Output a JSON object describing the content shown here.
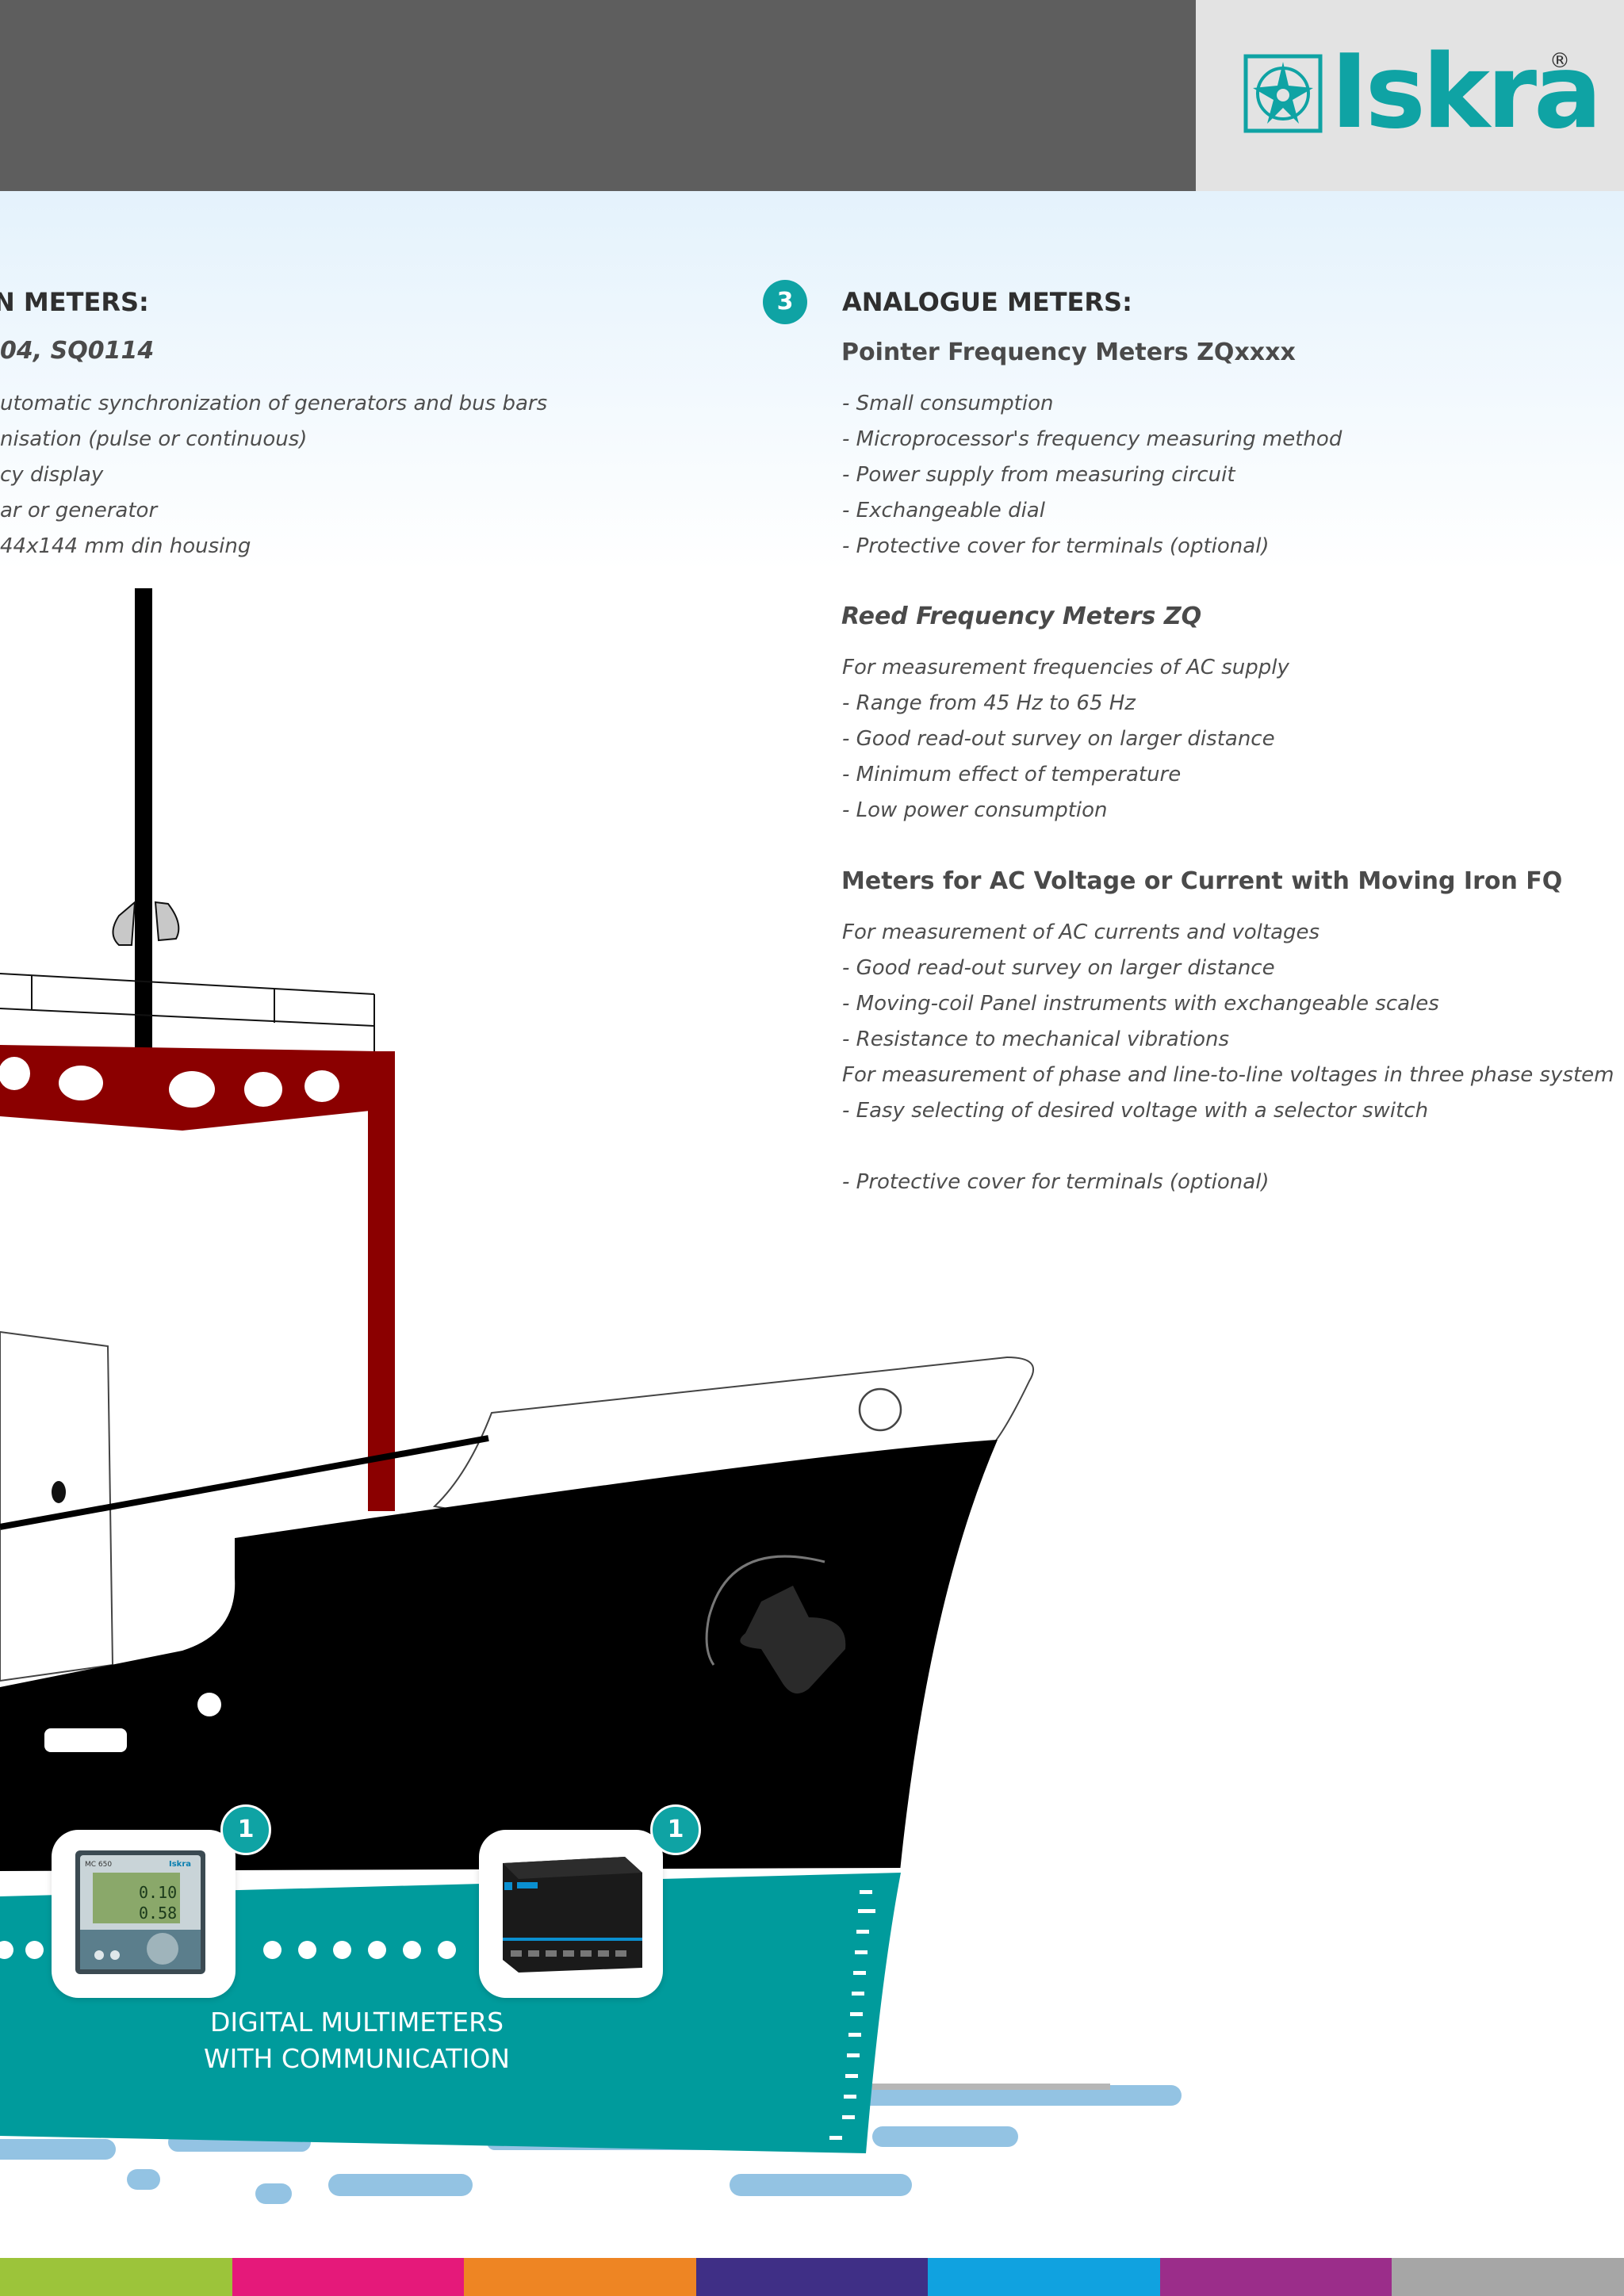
{
  "brand": {
    "name": "Iskra",
    "registered_mark": "®",
    "colors": {
      "teal": "#0fa3a4",
      "header_gray": "#5e5e5e",
      "hull_red": "#8b0000"
    }
  },
  "left_section": {
    "heading": "N METERS:",
    "subheading": "04, SQ0114",
    "items": [
      "utomatic synchronization of generators and bus bars",
      "nisation (pulse or continuous)",
      "cy display",
      "ar or generator",
      "44x144 mm din housing"
    ]
  },
  "analogue": {
    "badge": "3",
    "heading": "ANALOGUE METERS:",
    "pointer": {
      "title": "Pointer Frequency Meters ZQxxxx",
      "items": [
        "-  Small consumption",
        "-  Microprocessor's frequency measuring method",
        "-  Power supply from measuring circuit",
        "-  Exchangeable dial",
        "-  Protective cover for terminals (optional)"
      ]
    },
    "reed": {
      "title": "Reed Frequency Meters ZQ",
      "items": [
        "For measurement frequencies of AC supply",
        "-  Range from 45 Hz to 65 Hz",
        "-  Good read-out survey on larger distance",
        "-  Minimum effect of temperature",
        "-  Low power consumption"
      ]
    },
    "moving_iron": {
      "title": "Meters for AC Voltage or Current with Moving Iron FQ",
      "items": [
        "For measurement of AC currents and voltages",
        "-  Good read-out survey on larger distance",
        "-  Moving-coil Panel instruments with exchangeable scales",
        "-  Resistance to mechanical vibrations",
        "For measurement of phase and line-to-line voltages in three phase system",
        "- Easy selecting of desired voltage with a selector switch",
        "",
        "- Protective cover for terminals (optional)"
      ]
    }
  },
  "products": {
    "badges": [
      "1",
      "1"
    ],
    "label_line1": "DIGITAL MULTIMETERS",
    "label_line2": "WITH COMMUNICATION",
    "device_screen_text": [
      "MC 650",
      "Iskra",
      "0.10",
      "0.58"
    ]
  },
  "color_bar": [
    "#9cc43a",
    "#e5197a",
    "#ee8523",
    "#3f2f86",
    "#10a2e0",
    "#9b2d8a",
    "#a6a6a6"
  ]
}
